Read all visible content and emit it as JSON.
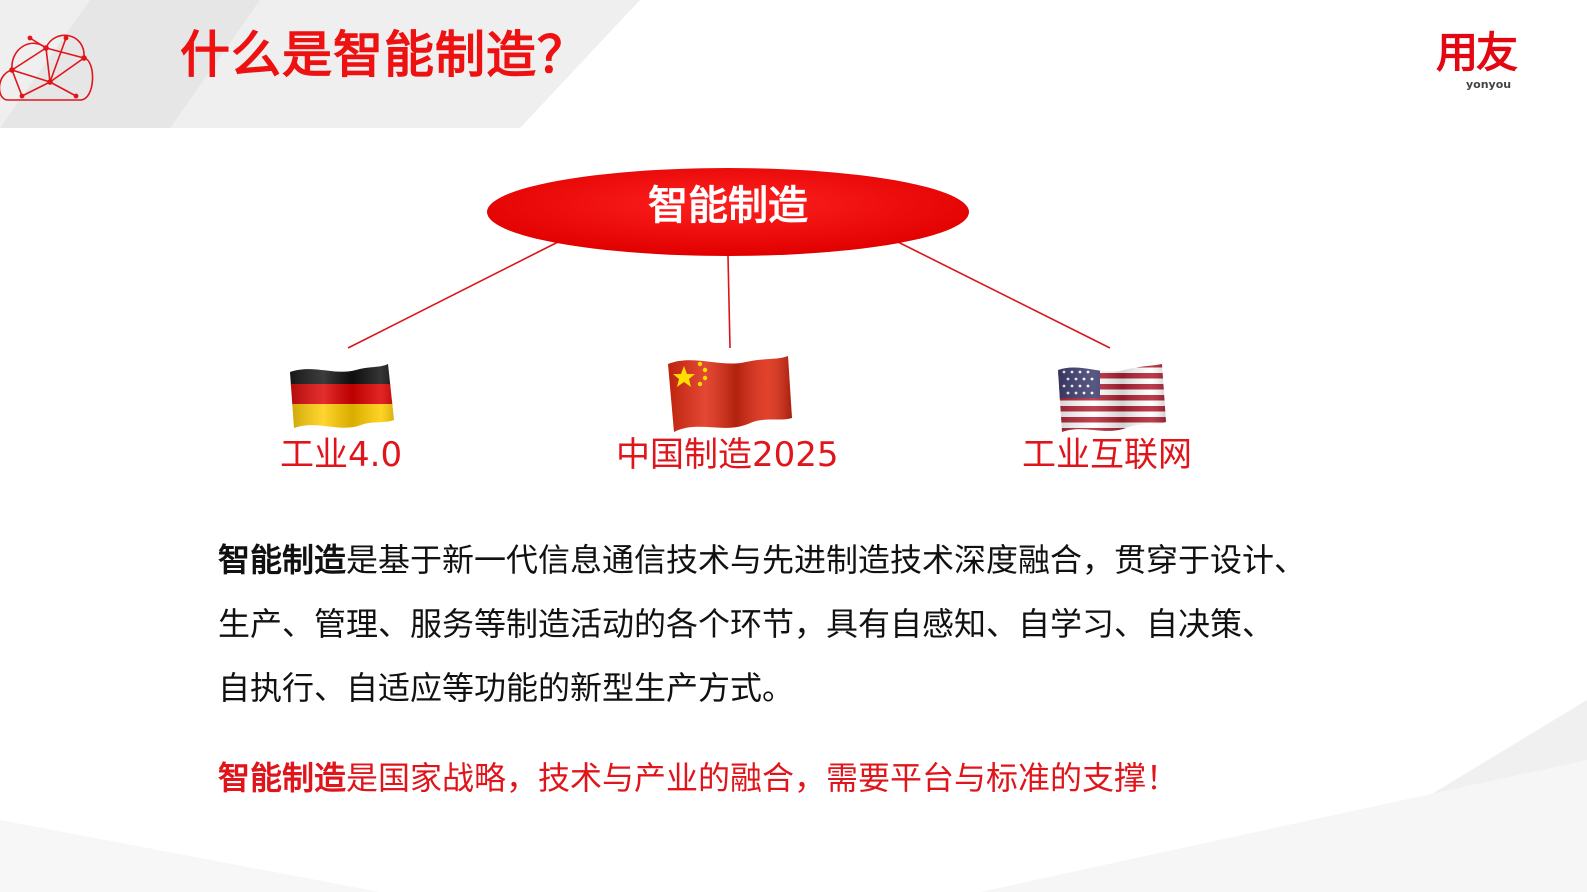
{
  "header": {
    "title": "什么是智能制造？",
    "brand_name": "用友",
    "brand_sub": "yonyou"
  },
  "diagram": {
    "center": "智能制造",
    "nodes": [
      {
        "label": "工业4.0",
        "flag": "germany-flag-icon"
      },
      {
        "label": "中国制造2025",
        "flag": "china-flag-icon"
      },
      {
        "label": "工业互联网",
        "flag": "usa-flag-icon"
      }
    ]
  },
  "body": {
    "definition_term": "智能制造",
    "definition_lines": [
      "是基于新一代信息通信技术与先进制造技术深度融合，贯穿于设计、",
      "生产、管理、服务等制造活动的各个环节，具有自感知、自学习、自决策、",
      "自执行、自适应等功能的新型生产方式。"
    ],
    "conclusion_term": "智能制造",
    "conclusion_text": "是国家战略，技术与产业的融合，需要平台与标准的支撑！"
  },
  "colors": {
    "accent_red": "#e0151b",
    "title_red": "#ee1111"
  }
}
